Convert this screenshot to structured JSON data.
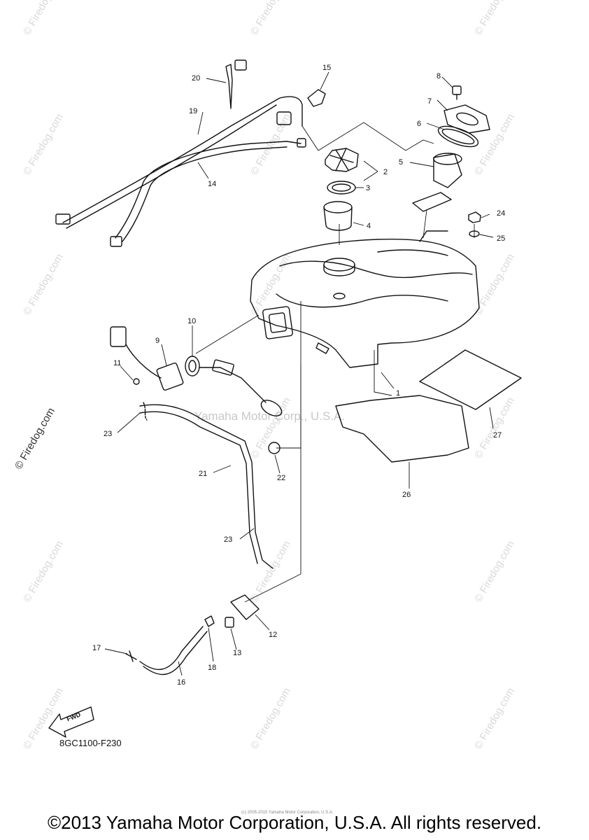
{
  "part_labels": [
    "1",
    "2",
    "3",
    "4",
    "5",
    "6",
    "7",
    "8",
    "9",
    "10",
    "11",
    "12",
    "13",
    "14",
    "15",
    "16",
    "17",
    "18",
    "19",
    "20",
    "21",
    "22",
    "23",
    "23",
    "24",
    "25",
    "26",
    "27"
  ],
  "diagram_code": "8GC1100-F230",
  "fwd_label": "FWD",
  "watermark_side": "© Firedog.com",
  "watermark_tile": "© Firedog.com",
  "watermark_center": "Yamaha Motor Corp., U.S.A.",
  "tiny_notice": "(c) 2005-2015 Yamaha Motor Corporation, U.S.A.",
  "copyright": "©2013 Yamaha Motor Corporation, U.S.A. All rights reserved."
}
